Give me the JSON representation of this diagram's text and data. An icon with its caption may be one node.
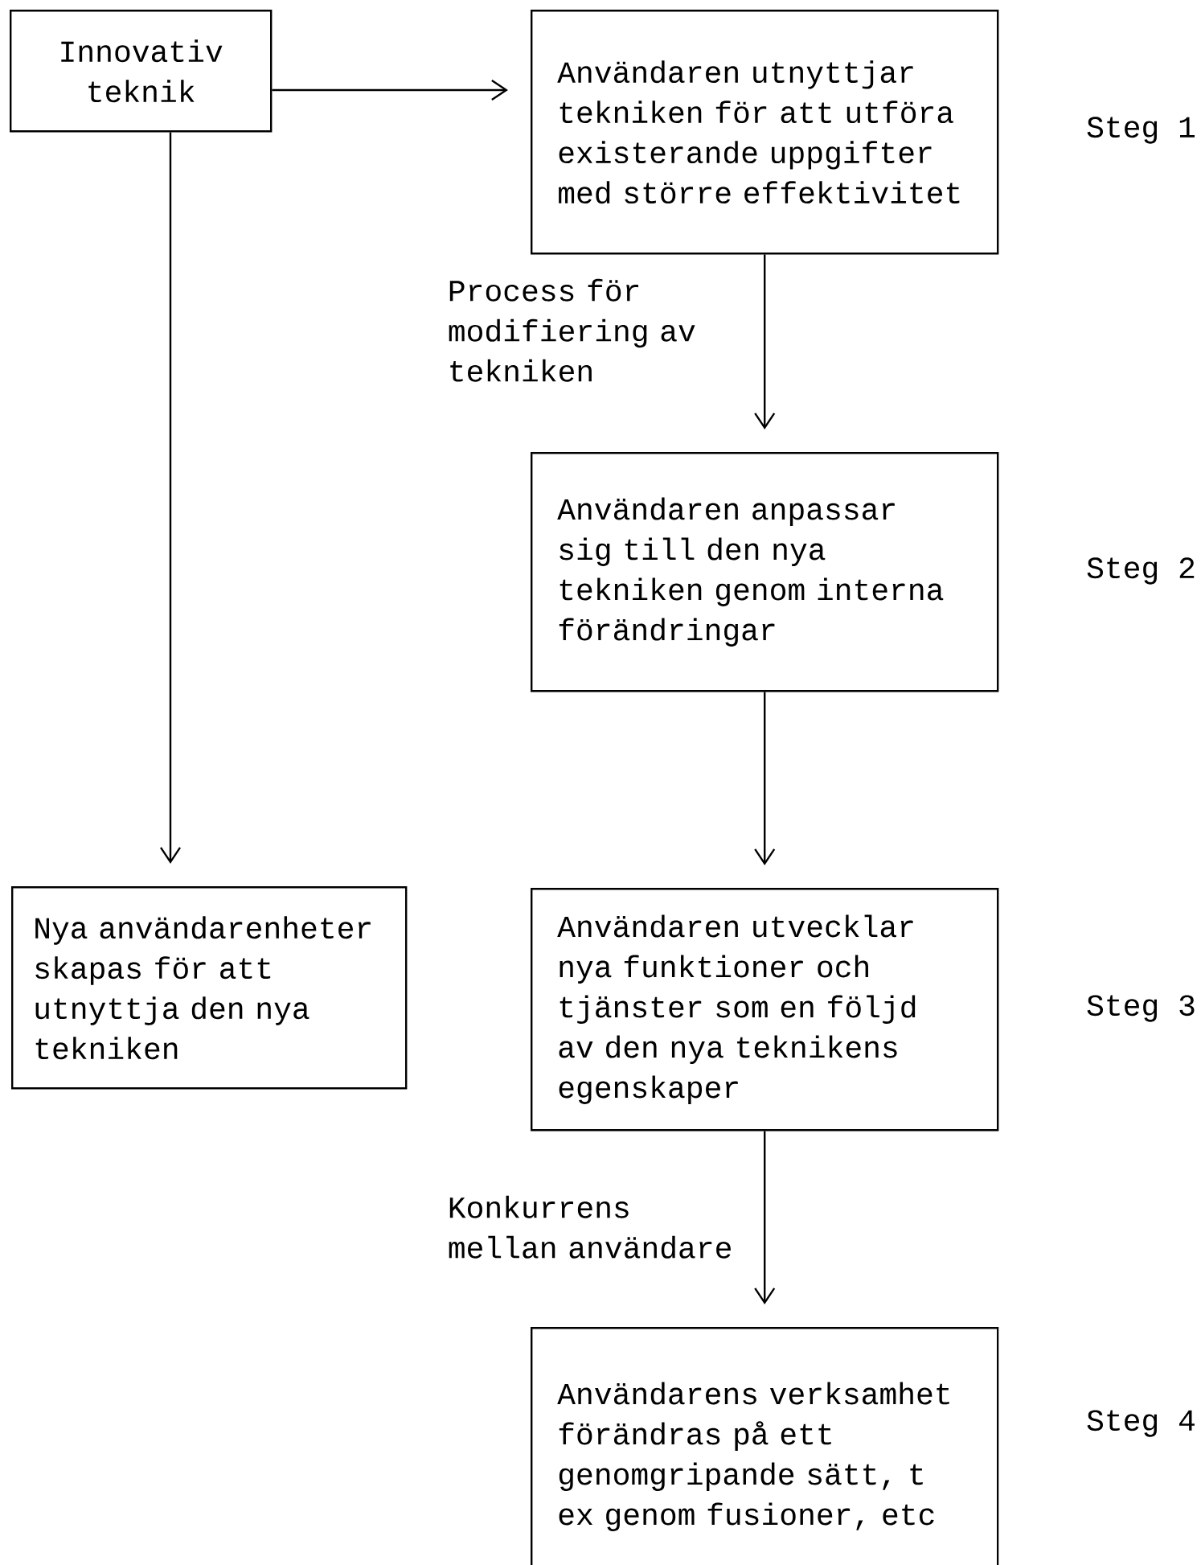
{
  "diagram": {
    "nodes": [
      {
        "text": [
          "Innovativ teknik"
        ]
      },
      {
        "text": [
          "Användaren utnyttjar tekniken för att utföra existerande uppgifter med större effektivitet"
        ],
        "beside": [
          "Steg 1"
        ]
      },
      {
        "text": [
          "Användaren anpassar sig till den nya tekniken genom interna förändringar"
        ],
        "beside": [
          "Steg 2"
        ]
      },
      {
        "text": [
          "Nya användarenheter skapas för att utnyttja den nya tekniken"
        ]
      },
      {
        "text": [
          "Användaren utvecklar nya funktioner och tjänster som en följd av den nya teknikens egenskaper"
        ],
        "beside": [
          "Steg 3"
        ]
      },
      {
        "text": [
          "Användarens verksamhet förändras på ett genomgripande sätt, t ex genom fusioner, etc"
        ],
        "beside": [
          "Steg 4"
        ]
      }
    ],
    "edges": [
      {
        "from": 0,
        "to": 1,
        "arrow": "to"
      },
      {
        "from": 1,
        "to": 2,
        "arrow": "to",
        "label": "Process för modifiering av tekniken"
      },
      {
        "from": 0,
        "to": 3,
        "arrow": "to"
      },
      {
        "from": 2,
        "to": 4,
        "arrow": "to"
      },
      {
        "from": 4,
        "to": 5,
        "arrow": "to",
        "label": "Konkurrens mellan användare"
      }
    ]
  }
}
